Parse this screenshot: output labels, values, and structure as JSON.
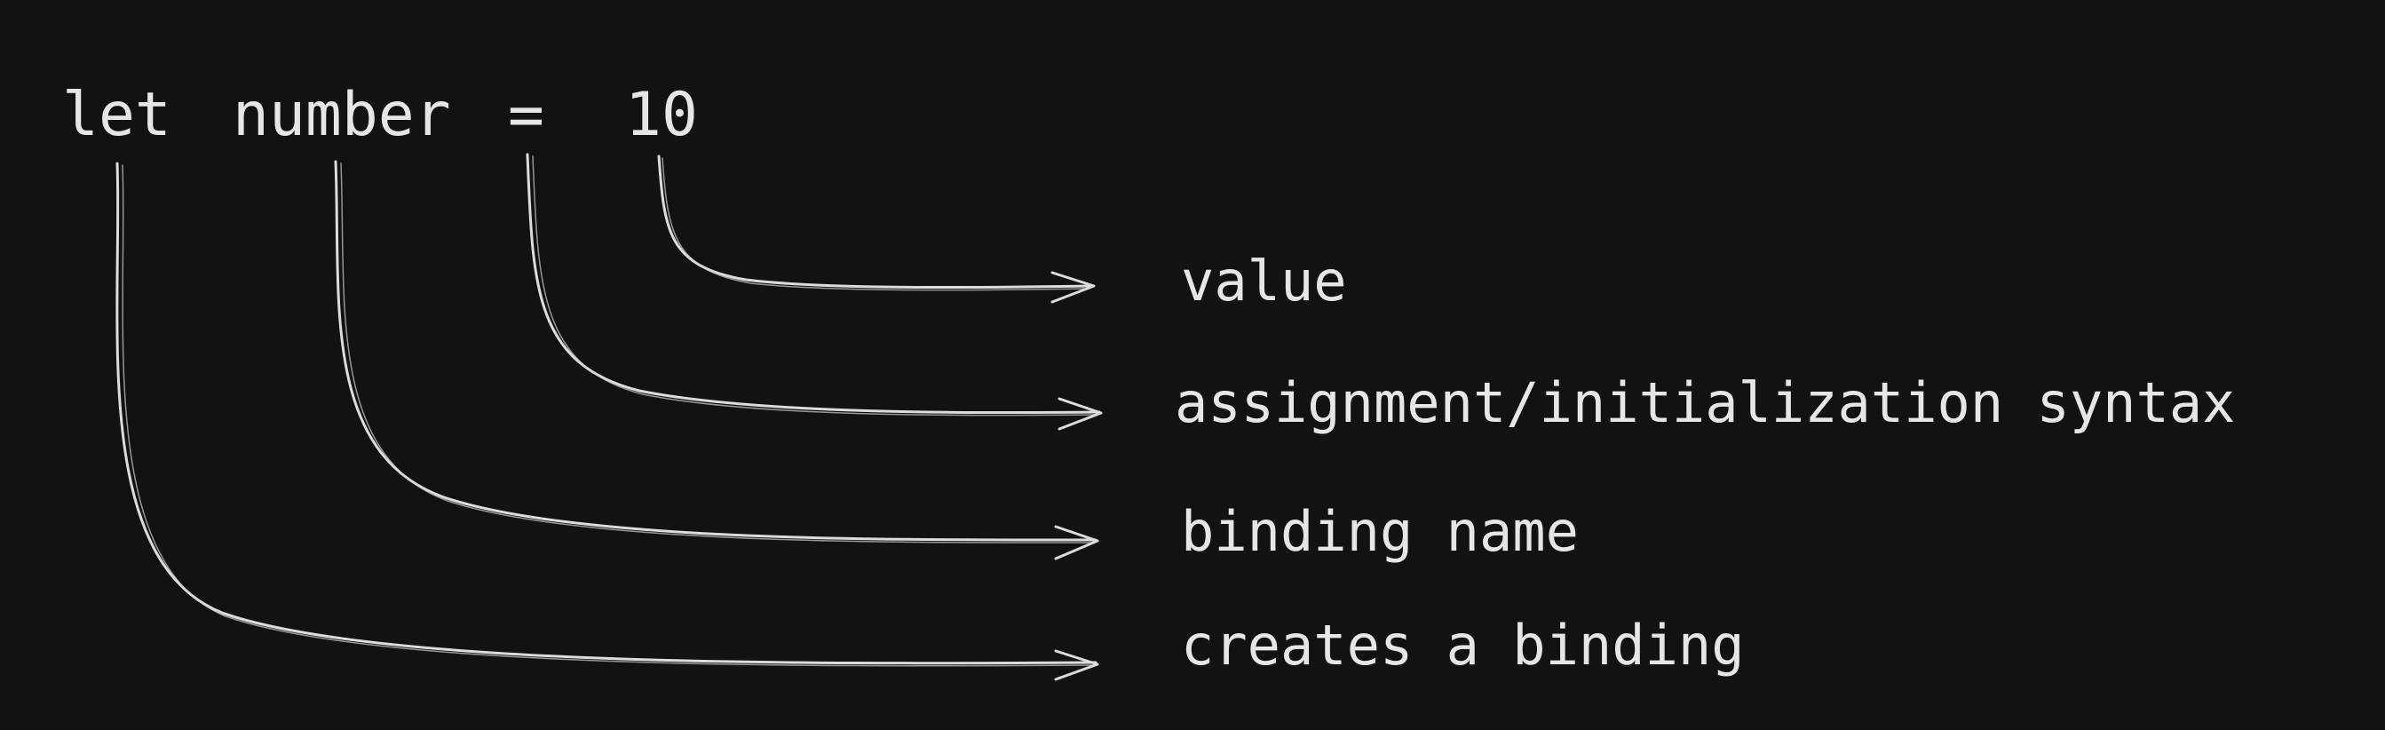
{
  "diagram": {
    "code": {
      "keyword": "let",
      "identifier": "number",
      "operator": "=",
      "value": "10"
    },
    "annotations": {
      "value": "value",
      "assignment": "assignment/initialization syntax",
      "binding_name": "binding name",
      "keyword": "creates a binding"
    },
    "colors": {
      "background": "#121212",
      "foreground": "#e6e6e6",
      "line": "#dcdcdc"
    }
  }
}
